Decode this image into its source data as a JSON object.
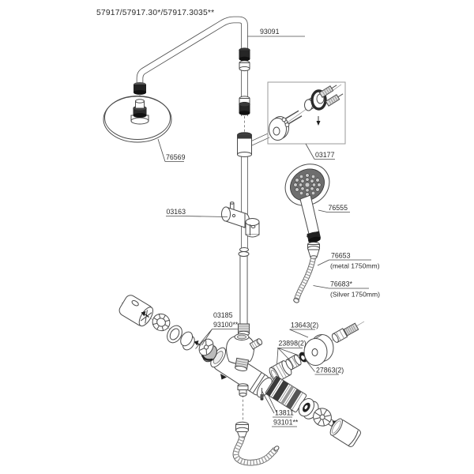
{
  "title": "57917/57917.30*/57917.3035**",
  "labels": {
    "arm_pipe": "93091",
    "rain_head": "76569",
    "wall_bracket": "03177",
    "slider_holder": "03163",
    "hand_shower": "76555",
    "hose_metal_id": "76653",
    "hose_metal_note": "(metal 1750mm)",
    "hose_silver_id": "76683*",
    "hose_silver_note": "(Silver 1750mm)",
    "handle_kit_id": "03185",
    "handle_kit_id2": "93100**",
    "escutcheon": "13643(2)",
    "union_nut": "23898(2)",
    "check_valve": "27863(2)",
    "thermo_id": "13811",
    "thermo_id2": "93101**"
  },
  "colors": {
    "line": "#4a4a4a",
    "dark": "#1e1e1e",
    "background": "#ffffff",
    "text": "#2b2b2b"
  }
}
